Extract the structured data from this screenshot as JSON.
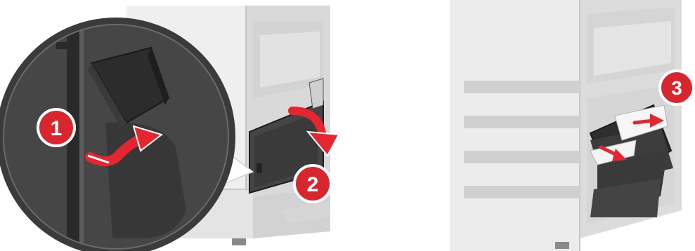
{
  "steps": [
    {
      "number": "1",
      "action": "pull-latch"
    },
    {
      "number": "2",
      "action": "open-door"
    },
    {
      "number": "3",
      "action": "remove-jammed-paper"
    }
  ],
  "colors": {
    "step_badge": "#d8262f",
    "arrow": "#e52630",
    "printer_body": "#ebebeb",
    "printer_dark": "#3a3a3a",
    "latch": "#2c2c2c",
    "paper": "#f4f4f4"
  },
  "icons": [
    "red-curved-arrow-icon",
    "red-arrow-icon"
  ]
}
